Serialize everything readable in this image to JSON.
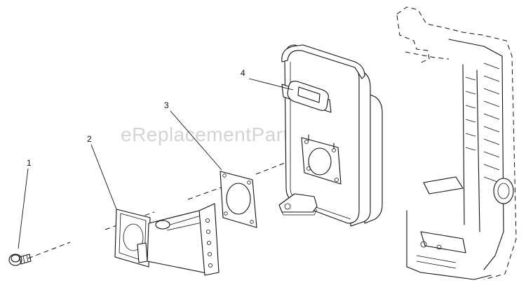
{
  "watermark": "eReplacementParts.com",
  "callouts": {
    "item1": "1",
    "item2": "2",
    "item3": "3",
    "item4": "4"
  }
}
